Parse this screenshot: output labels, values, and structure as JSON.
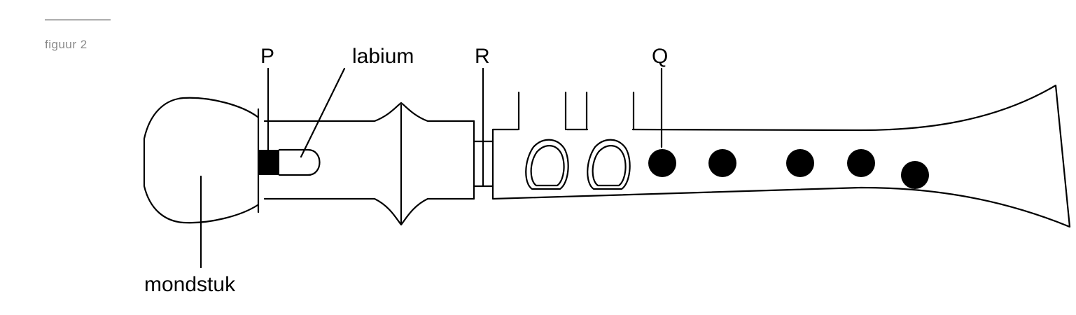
{
  "figure": {
    "caption": "figuur 2"
  },
  "labels": {
    "p": "P",
    "labium": "labium",
    "r": "R",
    "q": "Q",
    "mondstuk": "mondstuk"
  },
  "colors": {
    "ink": "#000000",
    "caption": "#8a8a8a",
    "background": "#ffffff"
  }
}
